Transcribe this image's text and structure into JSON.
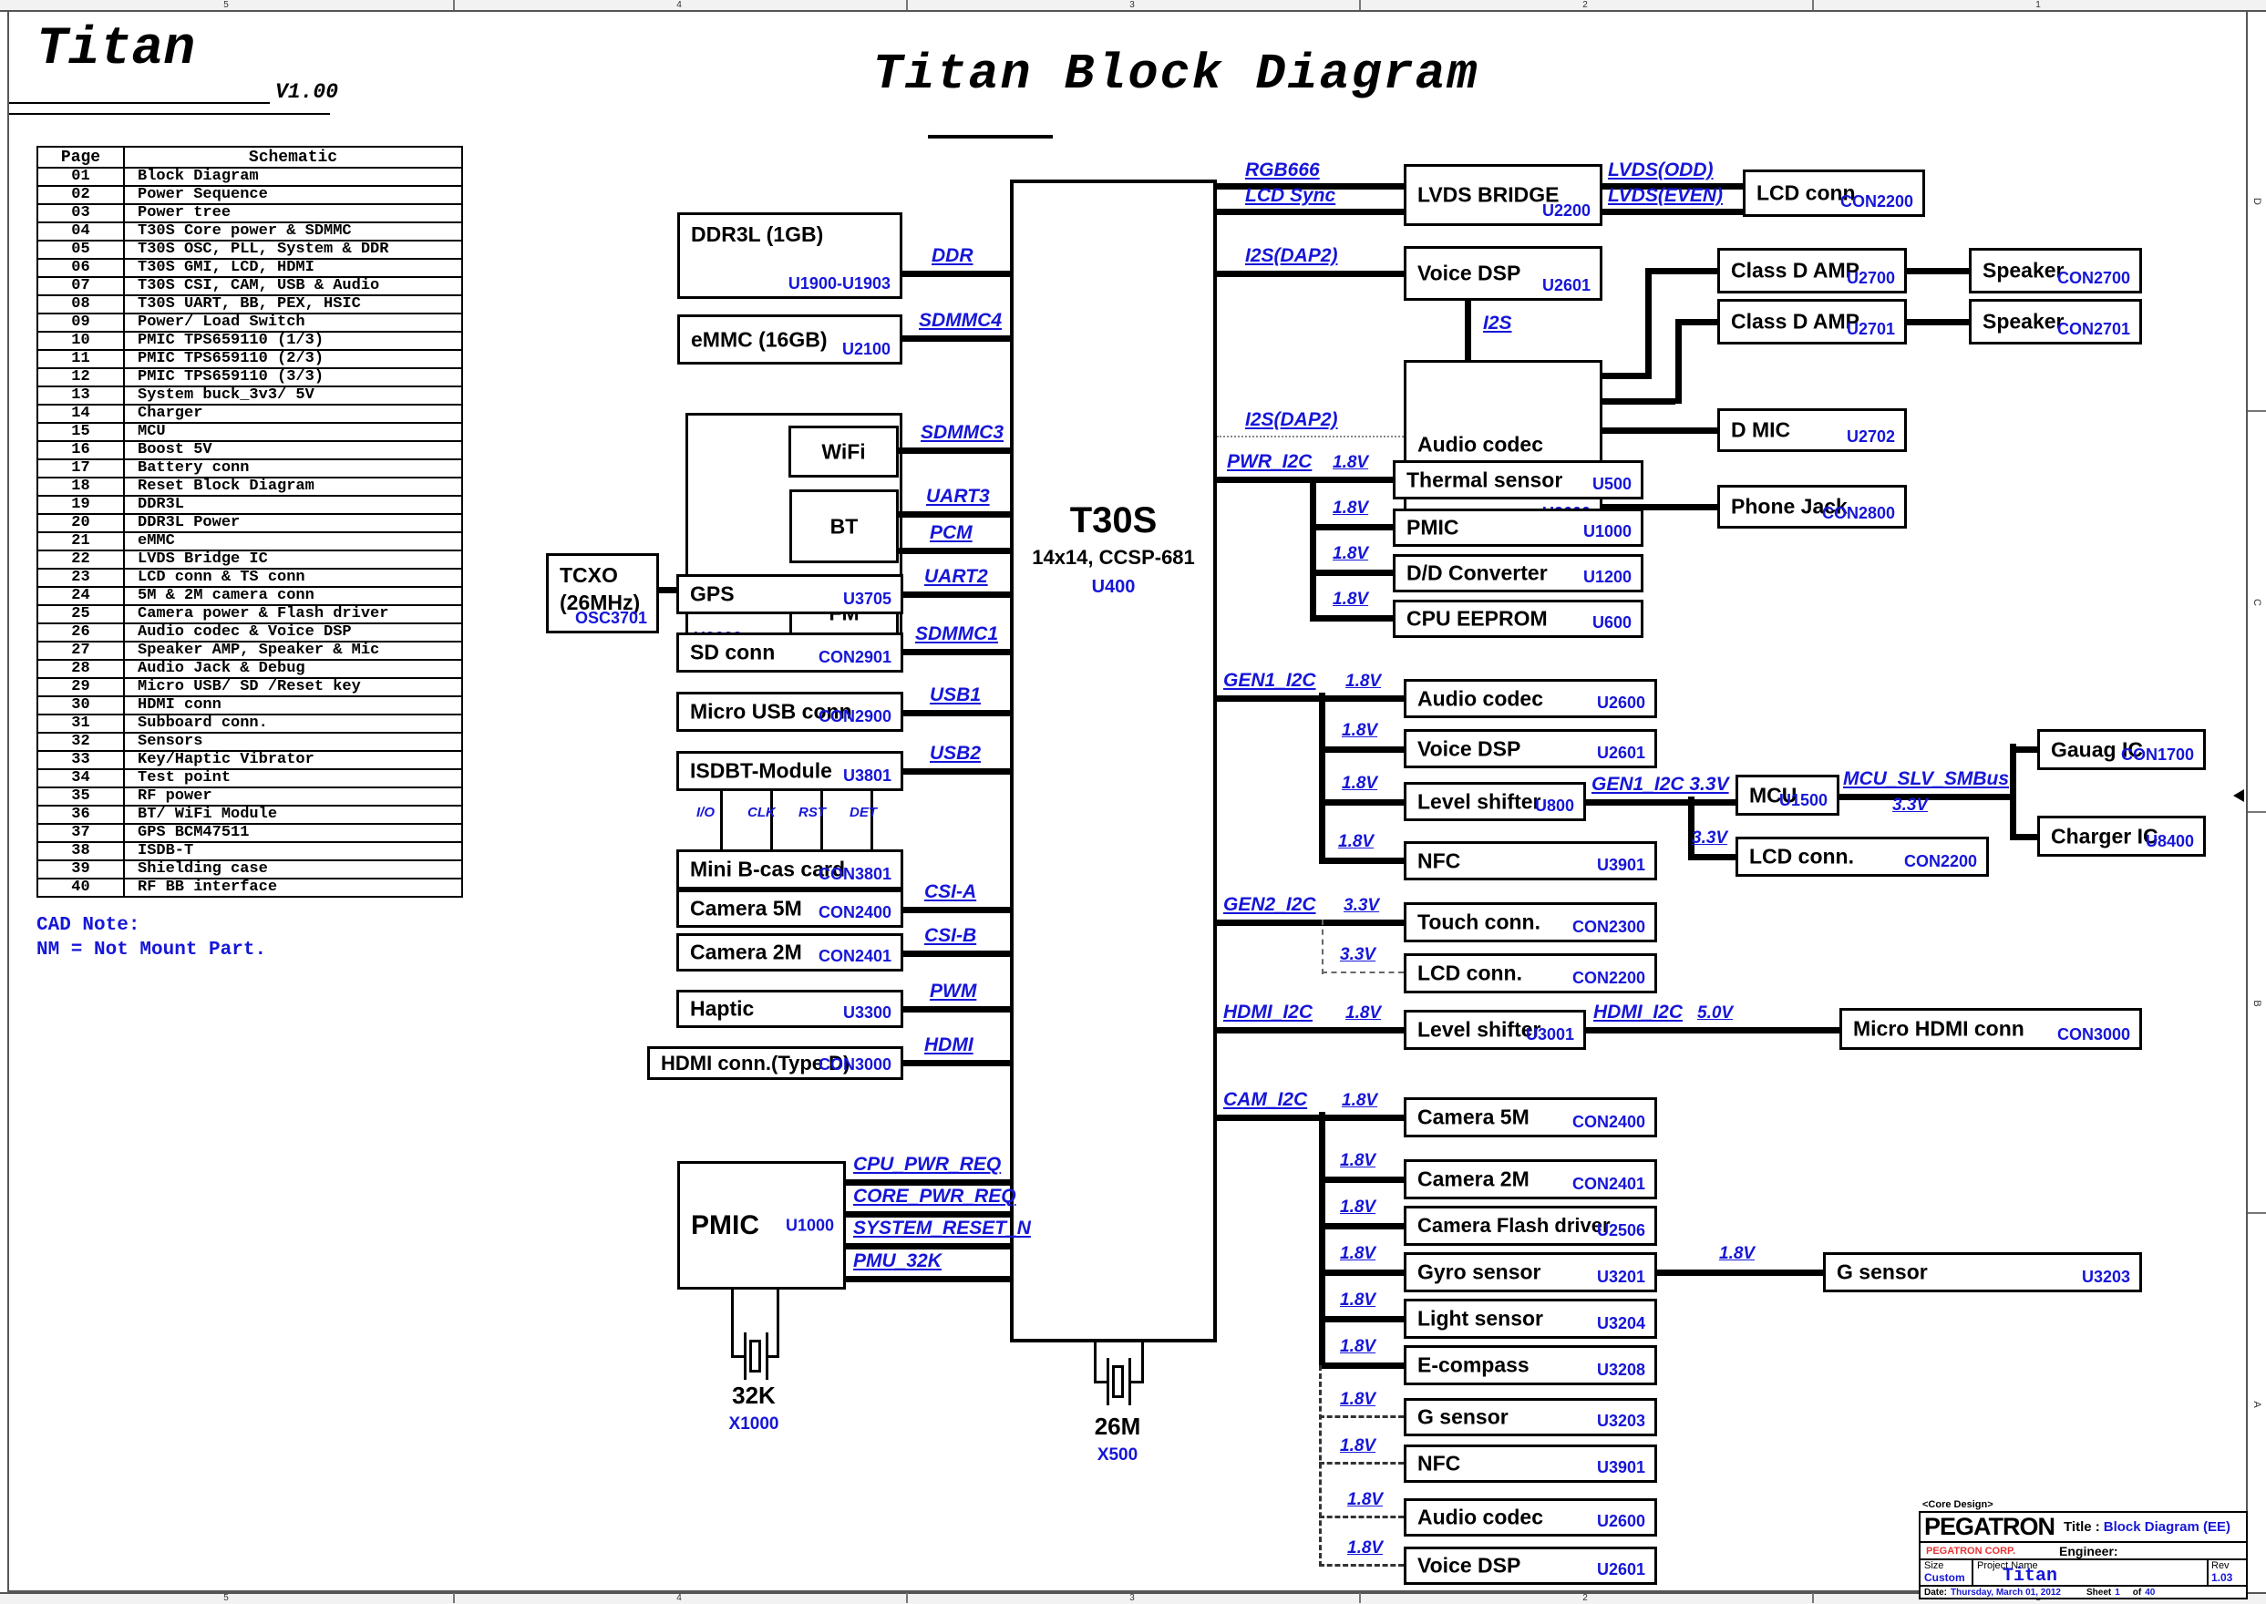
{
  "header": {
    "logo": "Titan",
    "version": "V1.00",
    "title": "Titan Block Diagram"
  },
  "page_table": {
    "col_page": "Page",
    "col_schematic": "Schematic",
    "rows": [
      [
        "01",
        "Block Diagram"
      ],
      [
        "02",
        "Power Sequence"
      ],
      [
        "03",
        "Power tree"
      ],
      [
        "04",
        "T30S Core power & SDMMC"
      ],
      [
        "05",
        "T30S OSC, PLL, System & DDR"
      ],
      [
        "06",
        "T30S GMI, LCD, HDMI"
      ],
      [
        "07",
        "T30S CSI, CAM, USB & Audio"
      ],
      [
        "08",
        "T30S UART, BB, PEX, HSIC"
      ],
      [
        "09",
        "Power/ Load Switch"
      ],
      [
        "10",
        "PMIC TPS659110 (1/3)"
      ],
      [
        "11",
        "PMIC TPS659110 (2/3)"
      ],
      [
        "12",
        "PMIC TPS659110 (3/3)"
      ],
      [
        "13",
        "System buck_3v3/ 5V"
      ],
      [
        "14",
        "Charger"
      ],
      [
        "15",
        "MCU"
      ],
      [
        "16",
        "Boost 5V"
      ],
      [
        "17",
        "Battery conn"
      ],
      [
        "18",
        "Reset Block Diagram"
      ],
      [
        "19",
        "DDR3L"
      ],
      [
        "20",
        "DDR3L Power"
      ],
      [
        "21",
        "eMMC"
      ],
      [
        "22",
        "LVDS Bridge IC"
      ],
      [
        "23",
        "LCD conn & TS conn"
      ],
      [
        "24",
        "5M & 2M camera conn"
      ],
      [
        "25",
        "Camera power & Flash driver"
      ],
      [
        "26",
        "Audio codec & Voice DSP"
      ],
      [
        "27",
        "Speaker AMP, Speaker & Mic"
      ],
      [
        "28",
        "Audio Jack & Debug"
      ],
      [
        "29",
        "Micro USB/ SD /Reset key"
      ],
      [
        "30",
        "HDMI conn"
      ],
      [
        "31",
        "Subboard conn."
      ],
      [
        "32",
        "Sensors"
      ],
      [
        "33",
        "Key/Haptic Vibrator"
      ],
      [
        "34",
        "Test point"
      ],
      [
        "35",
        "RF power"
      ],
      [
        "36",
        "BT/ WiFi Module"
      ],
      [
        "37",
        "GPS BCM47511"
      ],
      [
        "38",
        "ISDB-T"
      ],
      [
        "39",
        "Shielding case"
      ],
      [
        "40",
        "RF BB interface"
      ]
    ]
  },
  "cad_note": {
    "line1": "CAD Note:",
    "line2": "NM = Not Mount Part."
  },
  "soc": {
    "name": "T30S",
    "pkg": "14x14, CCSP-681",
    "ref": "U400"
  },
  "blocks": {
    "ddr3l": {
      "name": "DDR3L (1GB)",
      "ref": "U1900-U1903"
    },
    "emmc": {
      "name": "eMMC (16GB)",
      "ref": "U2100"
    },
    "wifi_module": {
      "name": "",
      "ref": "U3602"
    },
    "wifi": {
      "name": "WiFi",
      "ref": ""
    },
    "bt": {
      "name": "BT",
      "ref": ""
    },
    "fm": {
      "name": "FM",
      "ref": ""
    },
    "tcxo": {
      "name": "TCXO",
      "name2": "(26MHz)",
      "ref": "OSC3701"
    },
    "gps": {
      "name": "GPS",
      "ref": "U3705"
    },
    "sd_conn": {
      "name": "SD conn",
      "ref": "CON2901"
    },
    "micro_usb": {
      "name": "Micro USB conn",
      "ref": "CON2900"
    },
    "isdbt": {
      "name": "ISDBT-Module",
      "ref": "U3801"
    },
    "mini_bcas": {
      "name": "Mini B-cas card",
      "ref": "CON3801"
    },
    "camera5m_left": {
      "name": "Camera 5M",
      "ref": "CON2400"
    },
    "camera2m_left": {
      "name": "Camera 2M",
      "ref": "CON2401"
    },
    "haptic": {
      "name": "Haptic",
      "ref": "U3300"
    },
    "hdmi_conn": {
      "name": "HDMI conn.(Type D)",
      "ref": "CON3000"
    },
    "pmic_left": {
      "name": "PMIC",
      "ref": "U1000"
    },
    "lvds_bridge": {
      "name": "LVDS BRIDGE",
      "ref": "U2200"
    },
    "lcd_conn_top": {
      "name": "LCD conn",
      "ref": "CON2200"
    },
    "voice_dsp_top": {
      "name": "Voice DSP",
      "ref": "U2601"
    },
    "audio_codec_main": {
      "name": "Audio codec",
      "ref": "U2600"
    },
    "class_d_amp_1": {
      "name": "Class D AMP",
      "ref": "U2700"
    },
    "class_d_amp_2": {
      "name": "Class D AMP",
      "ref": "U2701"
    },
    "speaker_1": {
      "name": "Speaker",
      "ref": "CON2700"
    },
    "speaker_2": {
      "name": "Speaker",
      "ref": "CON2701"
    },
    "d_mic": {
      "name": "D MIC",
      "ref": "U2702"
    },
    "phone_jack": {
      "name": "Phone Jack",
      "ref": "CON2800"
    },
    "thermal": {
      "name": "Thermal sensor",
      "ref": "U500"
    },
    "pmic_right": {
      "name": "PMIC",
      "ref": "U1000"
    },
    "dd_converter": {
      "name": "D/D Converter",
      "ref": "U1200"
    },
    "cpu_eeprom": {
      "name": "CPU EEPROM",
      "ref": "U600"
    },
    "audio_codec_g1": {
      "name": "Audio codec",
      "ref": "U2600"
    },
    "voice_dsp_g1": {
      "name": "Voice DSP",
      "ref": "U2601"
    },
    "level_shifter_g1": {
      "name": "Level shifter",
      "ref": "U800"
    },
    "nfc_g1": {
      "name": "NFC",
      "ref": "U3901"
    },
    "mcu": {
      "name": "MCU",
      "ref": "U1500"
    },
    "lcd_conn_g1": {
      "name": "LCD conn.",
      "ref": "CON2200"
    },
    "gauge_ic": {
      "name": "Gauag IC",
      "ref": "CON1700"
    },
    "charger_ic": {
      "name": "Charger IC",
      "ref": "U8400"
    },
    "touch_conn": {
      "name": "Touch conn.",
      "ref": "CON2300"
    },
    "lcd_conn_g2": {
      "name": "LCD conn.",
      "ref": "CON2200"
    },
    "level_shifter_hdmi": {
      "name": "Level shifter",
      "ref": "U3001"
    },
    "micro_hdmi": {
      "name": "Micro HDMI conn",
      "ref": "CON3000"
    },
    "camera5m_right": {
      "name": "Camera 5M",
      "ref": "CON2400"
    },
    "camera2m_right": {
      "name": "Camera 2M",
      "ref": "CON2401"
    },
    "cam_flash": {
      "name": "Camera Flash driver",
      "ref": "U2506"
    },
    "gyro": {
      "name": "Gyro sensor",
      "ref": "U3201"
    },
    "g_sensor_right": {
      "name": "G sensor",
      "ref": "U3203"
    },
    "light_sensor": {
      "name": "Light sensor",
      "ref": "U3204"
    },
    "e_compass": {
      "name": "E-compass",
      "ref": "U3208"
    },
    "g_sensor_dash": {
      "name": "G sensor",
      "ref": "U3203"
    },
    "nfc_dash": {
      "name": "NFC",
      "ref": "U3901"
    },
    "audio_codec_dash": {
      "name": "Audio codec",
      "ref": "U2600"
    },
    "voice_dsp_dash": {
      "name": "Voice DSP",
      "ref": "U2601"
    }
  },
  "nets": {
    "ddr": "DDR",
    "sdmmc4": "SDMMC4",
    "sdmmc3": "SDMMC3",
    "uart3": "UART3",
    "pcm": "PCM",
    "uart2": "UART2",
    "sdmmc1": "SDMMC1",
    "usb1": "USB1",
    "usb2": "USB2",
    "csi_a": "CSI-A",
    "csi_b": "CSI-B",
    "pwm": "PWM",
    "hdmi": "HDMI",
    "rgb666": "RGB666",
    "lcd_sync": "LCD Sync",
    "lvds_odd": "LVDS(ODD)",
    "lvds_even": "LVDS(EVEN)",
    "i2s_dap2": "I2S(DAP2)",
    "i2s": "I2S",
    "pwr_i2c": "PWR_I2C",
    "gen1_i2c": "GEN1_I2C",
    "gen1_i2c_33": "GEN1_I2C  3.3V",
    "gen2_i2c": "GEN2_I2C",
    "hdmi_i2c": "HDMI_I2C",
    "cam_i2c": "CAM_I2C",
    "mcu_slv_smbus": "MCU_SLV_SMBus",
    "cpu_pwr_req": "CPU_PWR_REQ",
    "core_pwr_req": "CORE_PWR_REQ",
    "system_reset_n": "SYSTEM_RESET_N",
    "pmu_32k": "PMU_32K",
    "v18": "1.8V",
    "v33": "3.3V",
    "v50": "5.0V",
    "io": "I/O",
    "clk": "CLK",
    "rst": "RST",
    "det": "DET"
  },
  "crystals": {
    "x1000": {
      "freq": "32K",
      "ref": "X1000"
    },
    "x500": {
      "freq": "26M",
      "ref": "X500"
    }
  },
  "border": {
    "cols": [
      "5",
      "4",
      "3",
      "2",
      "1"
    ],
    "rows": [
      "D",
      "C",
      "B",
      "A"
    ]
  },
  "title_block": {
    "core": "<Core Design>",
    "brand": "PEGATRON",
    "title_label": "Title :",
    "title_value": "Block Diagram (EE)",
    "corp": "PEGATRON CORP.",
    "engineer": "Engineer:",
    "size_label": "Size",
    "size_value": "Custom",
    "project_label": "Project Name",
    "project_value": "Titan",
    "rev_label": "Rev",
    "rev_value": "1.03",
    "date_label": "Date:",
    "date_value": "Thursday, March 01, 2012",
    "sheet_label": "Sheet",
    "sheet_value": "1",
    "of_label": "of",
    "sheets_total": "40"
  }
}
